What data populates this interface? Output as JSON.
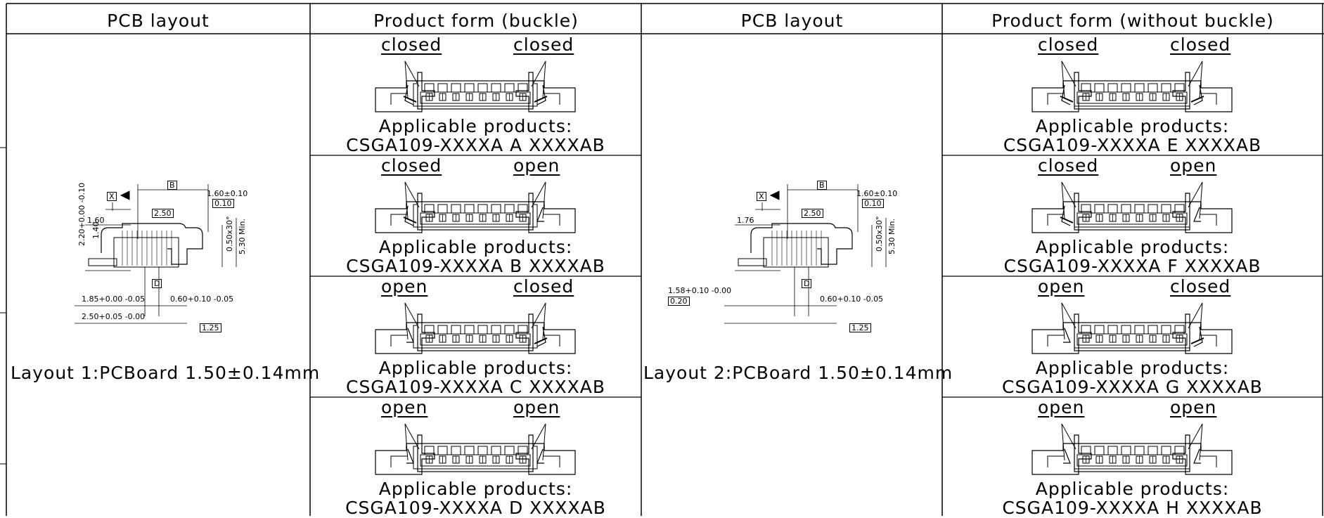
{
  "headers": {
    "col1": "PCB layout",
    "col2": "Product form (buckle)",
    "col3": "PCB layout",
    "col4": "Product form (without buckle)"
  },
  "layouts": [
    {
      "caption": "Layout 1:PCBoard 1.50±0.14mm",
      "dims": {
        "datum_x": "X",
        "b": "B",
        "d": "D",
        "d160_010": "1.60±0.10",
        "tol_010": "0.10",
        "d250": "2.50",
        "d160": "1.60",
        "d220": "2.20+0.00 -0.10",
        "d140": "1.40",
        "d050x30": "0.50x30°",
        "d530": "5.30 Min.",
        "d185": "1.85+0.00 -0.05",
        "d060": "0.60+0.10 -0.05",
        "d250b": "2.50+0.05 -0.00",
        "d125": "1.25"
      }
    },
    {
      "caption": "Layout 2:PCBoard 1.50±0.14mm",
      "dims": {
        "datum_x": "X",
        "b": "B",
        "d": "D",
        "d160_010": "1.60±0.10",
        "tol_010": "0.10",
        "d250": "2.50",
        "d176": "1.76",
        "d050x30": "0.50x30°",
        "d530": "5.30 Min.",
        "d158": "1.58+0.10 -0.00",
        "tol_020": "0.20",
        "d060": "0.60+0.10 -0.05",
        "d125": "1.25"
      }
    }
  ],
  "label_prefix": "Applicable products:",
  "buckle_forms": [
    {
      "left": "closed",
      "right": "closed",
      "product": "CSGA109-XXXXA A XXXXAB"
    },
    {
      "left": "closed",
      "right": "open",
      "product": "CSGA109-XXXXA B XXXXAB"
    },
    {
      "left": "open",
      "right": "closed",
      "product": "CSGA109-XXXXA C XXXXAB"
    },
    {
      "left": "open",
      "right": "open",
      "product": "CSGA109-XXXXA D XXXXAB"
    }
  ],
  "nobuckle_forms": [
    {
      "left": "closed",
      "right": "closed",
      "product": "CSGA109-XXXXA E XXXXAB"
    },
    {
      "left": "closed",
      "right": "open",
      "product": "CSGA109-XXXXA F XXXXAB"
    },
    {
      "left": "open",
      "right": "closed",
      "product": "CSGA109-XXXXA G XXXXAB"
    },
    {
      "left": "open",
      "right": "open",
      "product": "CSGA109-XXXXA H XXXXAB"
    }
  ]
}
